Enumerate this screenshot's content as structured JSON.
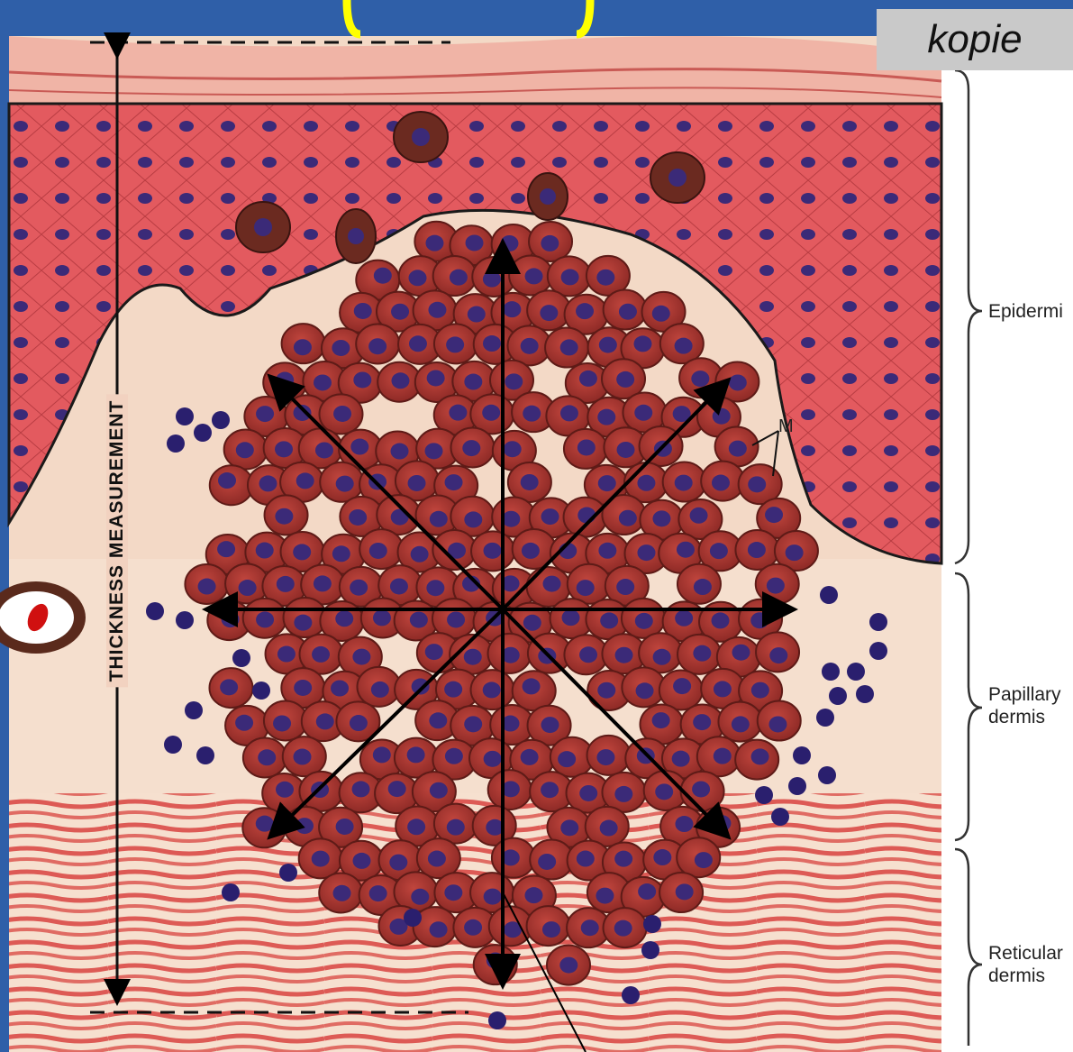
{
  "copy_badge": "kopie",
  "thickness_label": "THICKNESS MEASUREMENT",
  "cell_label": "M",
  "layers": [
    {
      "label": "Epidermi"
    },
    {
      "label": "Papillary\ndermis"
    },
    {
      "label": "Reticular\ndermis"
    }
  ],
  "colors": {
    "slide_frame": "#2f5fa8",
    "epidermis": "#e35a5f",
    "dermis": "#f3d9c6",
    "tumor_cell": "#a8322c",
    "nucleus": "#3b2a78",
    "badge_bg": "#c9c9c9",
    "highlight_arc": "#ffff00"
  }
}
